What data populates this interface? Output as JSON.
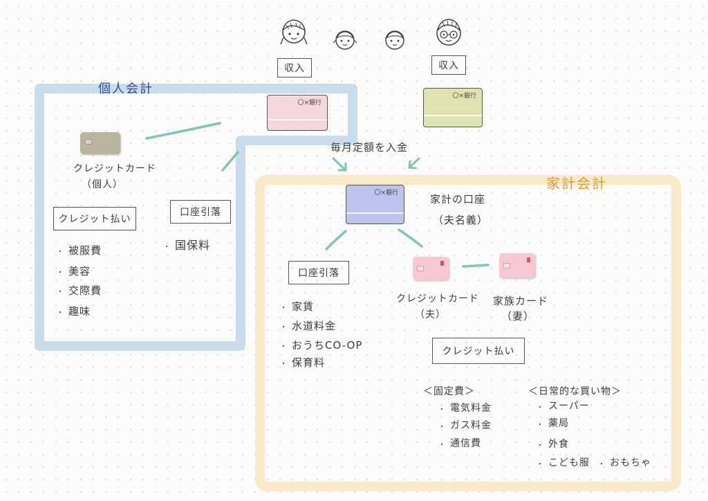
{
  "colors": {
    "personal_region": "#c9dceb",
    "household_region": "#f8e9c7",
    "connector": "#7cc5b9",
    "pink_card": "#f4d7dc",
    "green_card": "#dfe3b0",
    "blue_card": "#bcc3ec",
    "gray_card": "#b9b49c",
    "mini_pink_card": "#f6c8d4"
  },
  "family": {
    "icons": [
      "adult-woman-icon",
      "child-icon",
      "child-icon",
      "adult-man-glasses-icon"
    ],
    "income_left": "収入",
    "income_right": "収入",
    "bank_label_pink": "〇×銀行",
    "bank_label_green": "〇×銀行"
  },
  "personal": {
    "title": "個人会計",
    "credit_card_label_1": "クレジットカード",
    "credit_card_label_2": "（個人）",
    "credit_box": "クレジット払い",
    "credit_items": [
      "被服費",
      "美容",
      "交際費",
      "趣味"
    ],
    "debit_box": "口座引落",
    "debit_items": [
      "国保料"
    ]
  },
  "transfer": {
    "label": "毎月定額を入金"
  },
  "household": {
    "title": "家計会計",
    "account_label_1": "家計の口座",
    "account_label_2": "（夫名義）",
    "bank_label_blue": "〇×銀行",
    "debit_box": "口座引落",
    "debit_items": [
      "家賃",
      "水道料金",
      "おうちCO-OP",
      "保育料"
    ],
    "husband_card_1": "クレジットカード",
    "husband_card_2": "（夫）",
    "family_card_1": "家族カード",
    "family_card_2": "（妻）",
    "credit_box": "クレジット払い",
    "fixed_header": "＜固定費＞",
    "fixed_items": [
      "電気料金",
      "ガス料金",
      "通信費"
    ],
    "daily_header": "＜日常的な買い物＞",
    "daily_items": [
      "スーパー",
      "薬局",
      "外食"
    ],
    "daily_last_a": "こども服",
    "daily_last_b": "おもちゃ"
  }
}
